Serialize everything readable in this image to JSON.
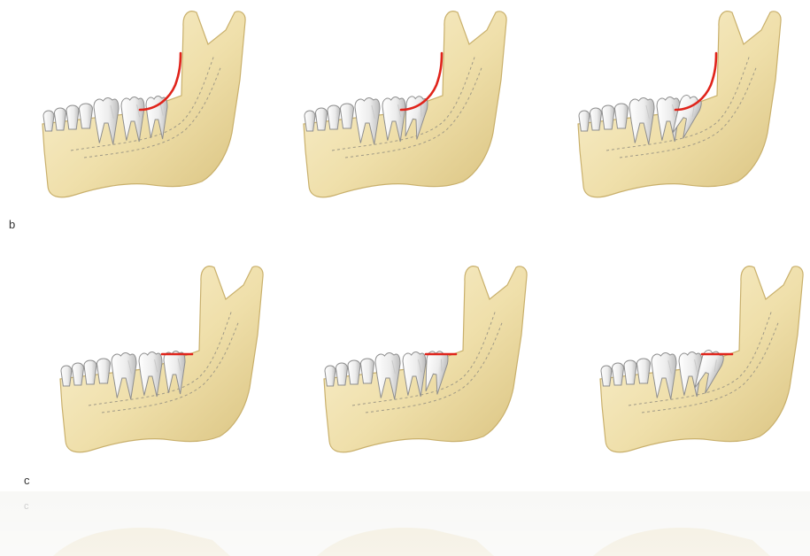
{
  "labels": {
    "b": "b",
    "c": "c",
    "c_reflection": "c"
  },
  "colors": {
    "bone_light": "#fbf3d6",
    "bone_mid": "#efdfaa",
    "bone_dark": "#d9c27f",
    "bone_outline": "#c9b06c",
    "tooth_light": "#fbfbfb",
    "tooth_shade": "#c9c9c9",
    "tooth_outline": "#8e8e8e",
    "canal_dashes": "#a09a86",
    "marker_red": "#e0241b"
  },
  "rows": [
    {
      "panel": "b",
      "marker": "curved-line",
      "figures": [
        {
          "third_molar": "vertical"
        },
        {
          "third_molar": "slightly-tilted"
        },
        {
          "third_molar": "tilted"
        }
      ]
    },
    {
      "panel": "c",
      "marker": "horizontal-line",
      "figures": [
        {
          "third_molar": "vertical"
        },
        {
          "third_molar": "slightly-tilted"
        },
        {
          "third_molar": "tilted"
        }
      ]
    }
  ]
}
